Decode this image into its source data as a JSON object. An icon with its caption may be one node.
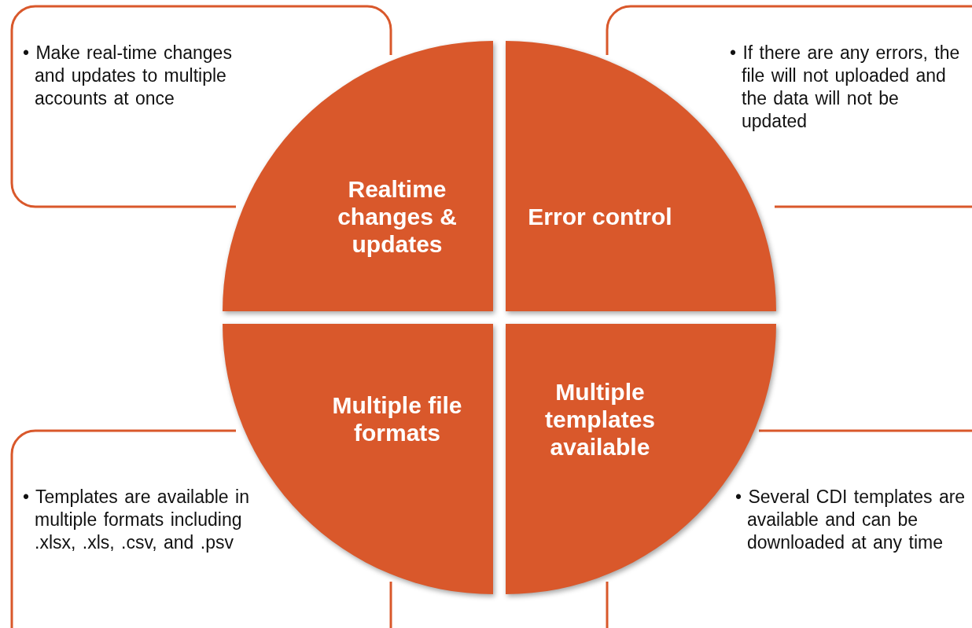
{
  "diagram": {
    "nodes": [
      {
        "text": [
          "• Make real-time changes and updates to multiple accounts at once"
        ]
      },
      {
        "text": [
          "• If there are any errors, the file will not uploaded and the data will not be updated"
        ]
      },
      {
        "text": [
          "Realtime changes & updates"
        ]
      },
      {
        "text": [
          "Error control"
        ]
      },
      {
        "text": [
          "Multiple file formats"
        ]
      },
      {
        "text": [
          "Multiple templates available"
        ]
      },
      {
        "text": [
          "• Templates are available in multiple formats including .xlsx, .xls, .csv, and .psv"
        ]
      },
      {
        "text": [
          "• Several CDI templates are available and can be downloaded at any time"
        ]
      }
    ]
  }
}
